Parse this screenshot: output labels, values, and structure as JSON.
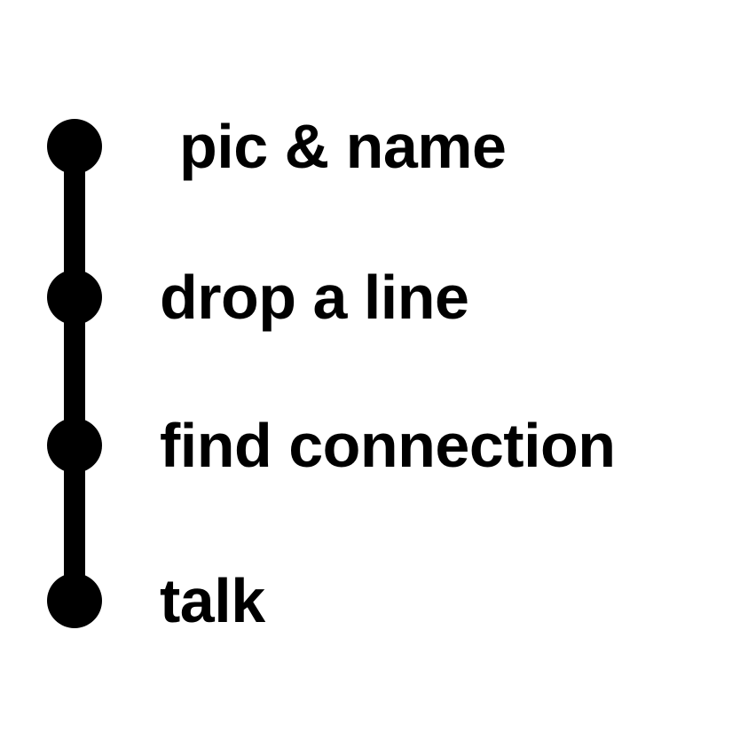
{
  "steps": [
    {
      "label": " pic & name"
    },
    {
      "label": "drop a line"
    },
    {
      "label": "find connection"
    },
    {
      "label": "talk"
    }
  ],
  "colors": {
    "line": "#000000",
    "text": "#000000",
    "background": "#ffffff"
  }
}
